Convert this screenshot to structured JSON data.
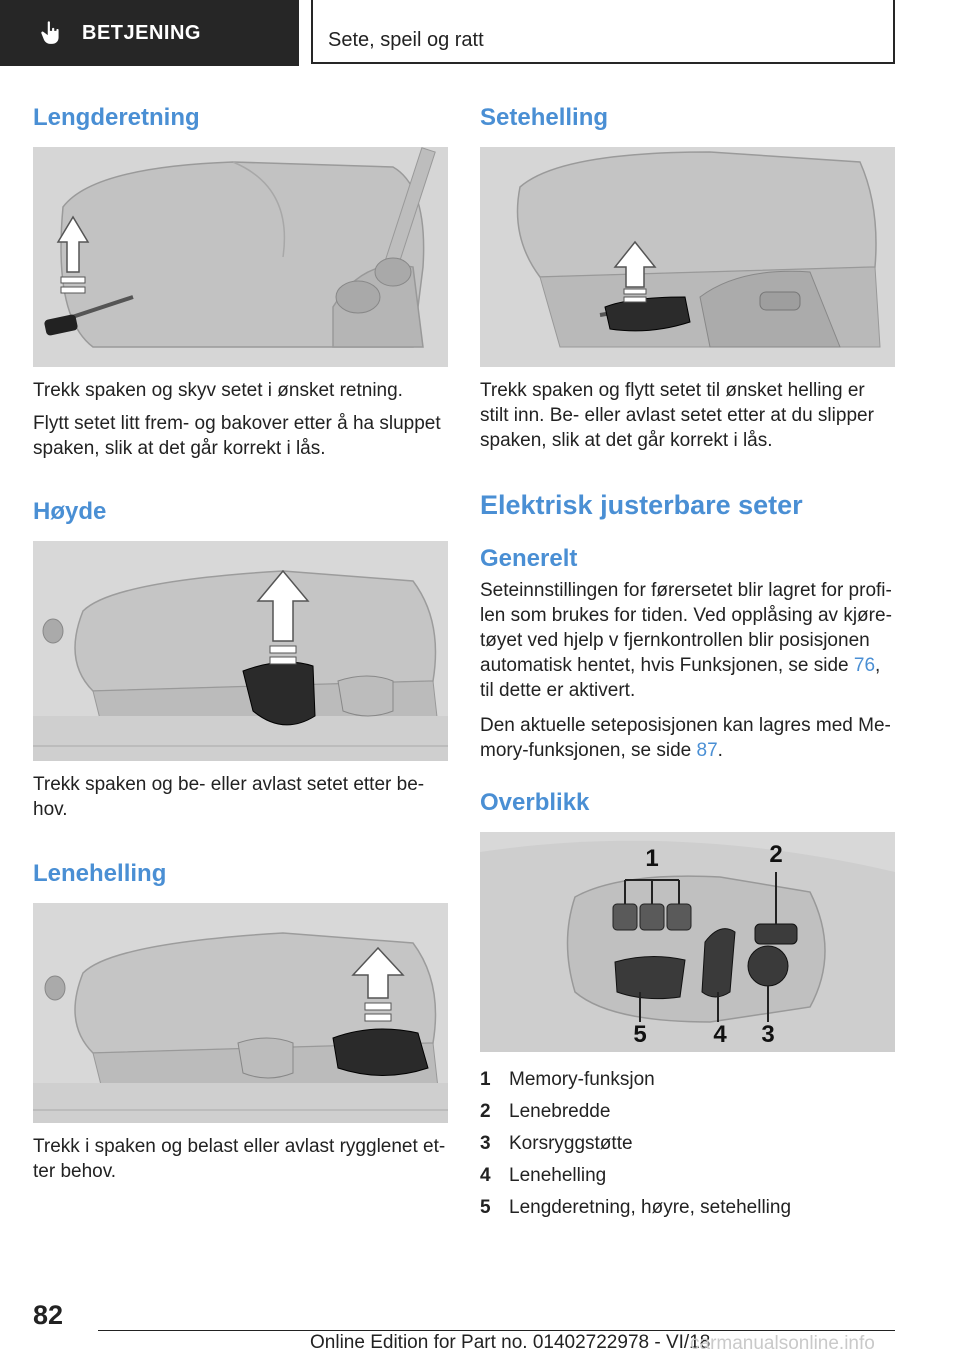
{
  "header": {
    "tab_label": "BETJENING",
    "title": "Sete, speil og ratt"
  },
  "left": {
    "sec1": {
      "heading": "Lengderetning",
      "p1": "Trekk spaken og skyv setet i ønsket retning.",
      "p2": "Flytt setet litt frem- og bakover etter å ha sluppet spaken, slik at det går korrekt i lås."
    },
    "sec2": {
      "heading": "Høyde",
      "p1": "Trekk spaken og be- eller avlast setet etter be­hov."
    },
    "sec3": {
      "heading": "Lenehelling",
      "p1": "Trekk i spaken og belast eller avlast rygglenet et­ter behov."
    }
  },
  "right": {
    "sec1": {
      "heading": "Setehelling",
      "p1": "Trekk spaken og flytt setet til ønsket helling er stilt inn. Be- eller avlast setet etter at du slipper spaken, slik at det går korrekt i lås."
    },
    "main_heading": "Elektrisk justerbare seter",
    "generelt": {
      "heading": "Generelt",
      "p1_a": "Seteinnstillingen for førersetet blir lagret for profi­len som brukes for tiden. Ved opplåsing av kjøre­tøyet ved hjelp v fjernkontrollen blir posisjonen automatisk hentet, hvis Funksjonen, se side ",
      "p1_link": "76",
      "p1_b": ", til dette er aktivert.",
      "p2_a": "Den aktuelle seteposisjonen kan lagres med Me­mory-funksjonen, se side ",
      "p2_link": "87",
      "p2_b": "."
    },
    "overblikk": {
      "heading": "Overblikk",
      "callouts": [
        "1",
        "2",
        "3",
        "4",
        "5"
      ],
      "items": [
        {
          "num": "1",
          "label": "Memory-funksjon"
        },
        {
          "num": "2",
          "label": "Lenebredde"
        },
        {
          "num": "3",
          "label": "Korsryggstøtte"
        },
        {
          "num": "4",
          "label": "Lenehelling"
        },
        {
          "num": "5",
          "label": "Lengderetning, høyre, setehelling"
        }
      ]
    }
  },
  "footer": {
    "page_number": "82",
    "edition": "Online Edition for Part no. 01402722978 - VI/18",
    "watermark": "carmanualsonline.info"
  }
}
